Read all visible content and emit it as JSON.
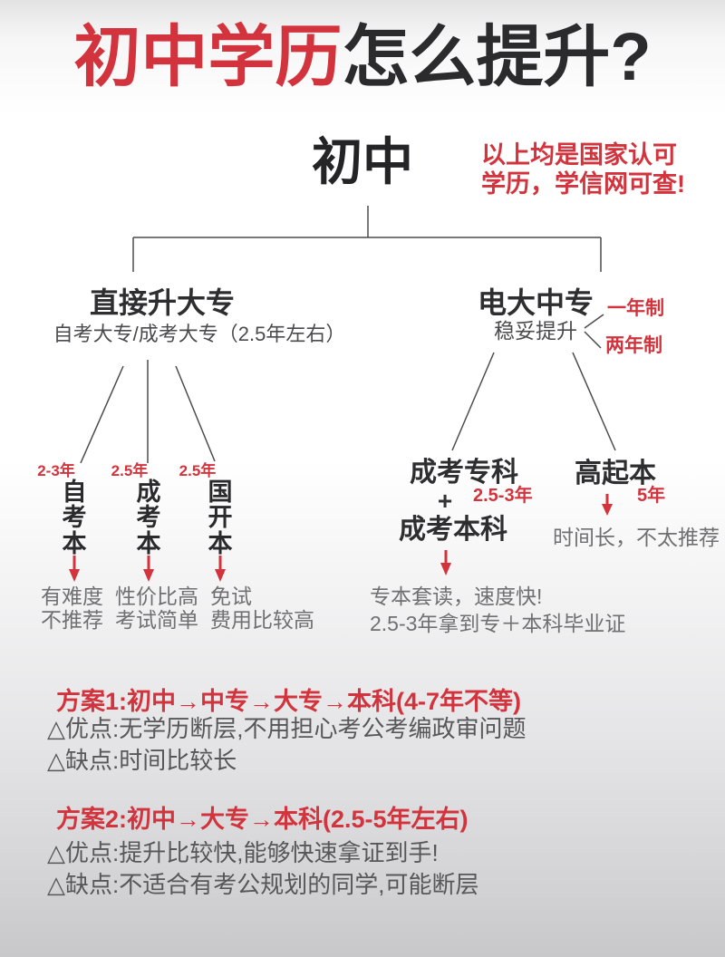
{
  "colors": {
    "accent_red": "#d2333c",
    "heading_dark": "#2c2c2e",
    "subtitle_gray": "#4b4b4e",
    "note_gray": "#707073",
    "plan_gray": "#57575a",
    "line": "#4c4c4c"
  },
  "title": {
    "highlight": "初中学历",
    "rest": "怎么提升?"
  },
  "annotation": {
    "line1": "以上均是国家认可",
    "line2": "学历，学信网可查!"
  },
  "root": {
    "label": "初中"
  },
  "left": {
    "title": "直接升大专",
    "subtitle": "自考大专/成考大专（2.5年左右）",
    "options": [
      {
        "duration": "2-3年",
        "name": "自考本",
        "notes": "有难度\n不推荐"
      },
      {
        "duration": "2.5年",
        "name": "成考本",
        "notes": "性价比高\n考试简单"
      },
      {
        "duration": "2.5年",
        "name": "国开本",
        "notes": "免试\n费用比较高"
      }
    ]
  },
  "right": {
    "title": "电大中专",
    "subtitle": "稳妥提升",
    "tags": [
      "一年制",
      "两年制"
    ],
    "combo": {
      "top": "成考专科",
      "plus": "+",
      "duration": "2.5-3年",
      "bottom": "成考本科",
      "notes": "专本套读，速度快!\n2.5-3年拿到专＋本科毕业证"
    },
    "direct": {
      "title": "高起本",
      "duration": "5年",
      "note": "时间长，不太推荐"
    }
  },
  "plans": [
    {
      "title": "方案1:初中→中专→大专→本科(4-7年不等)",
      "pro": "△优点:无学历断层,不用担心考公考编政审问题",
      "con": "△缺点:时间比较长"
    },
    {
      "title": "方案2:初中→大专→本科(2.5-5年左右)",
      "pro": "△优点:提升比较快,能够快速拿证到手!",
      "con": "△缺点:不适合有考公规划的同学,可能断层"
    }
  ]
}
